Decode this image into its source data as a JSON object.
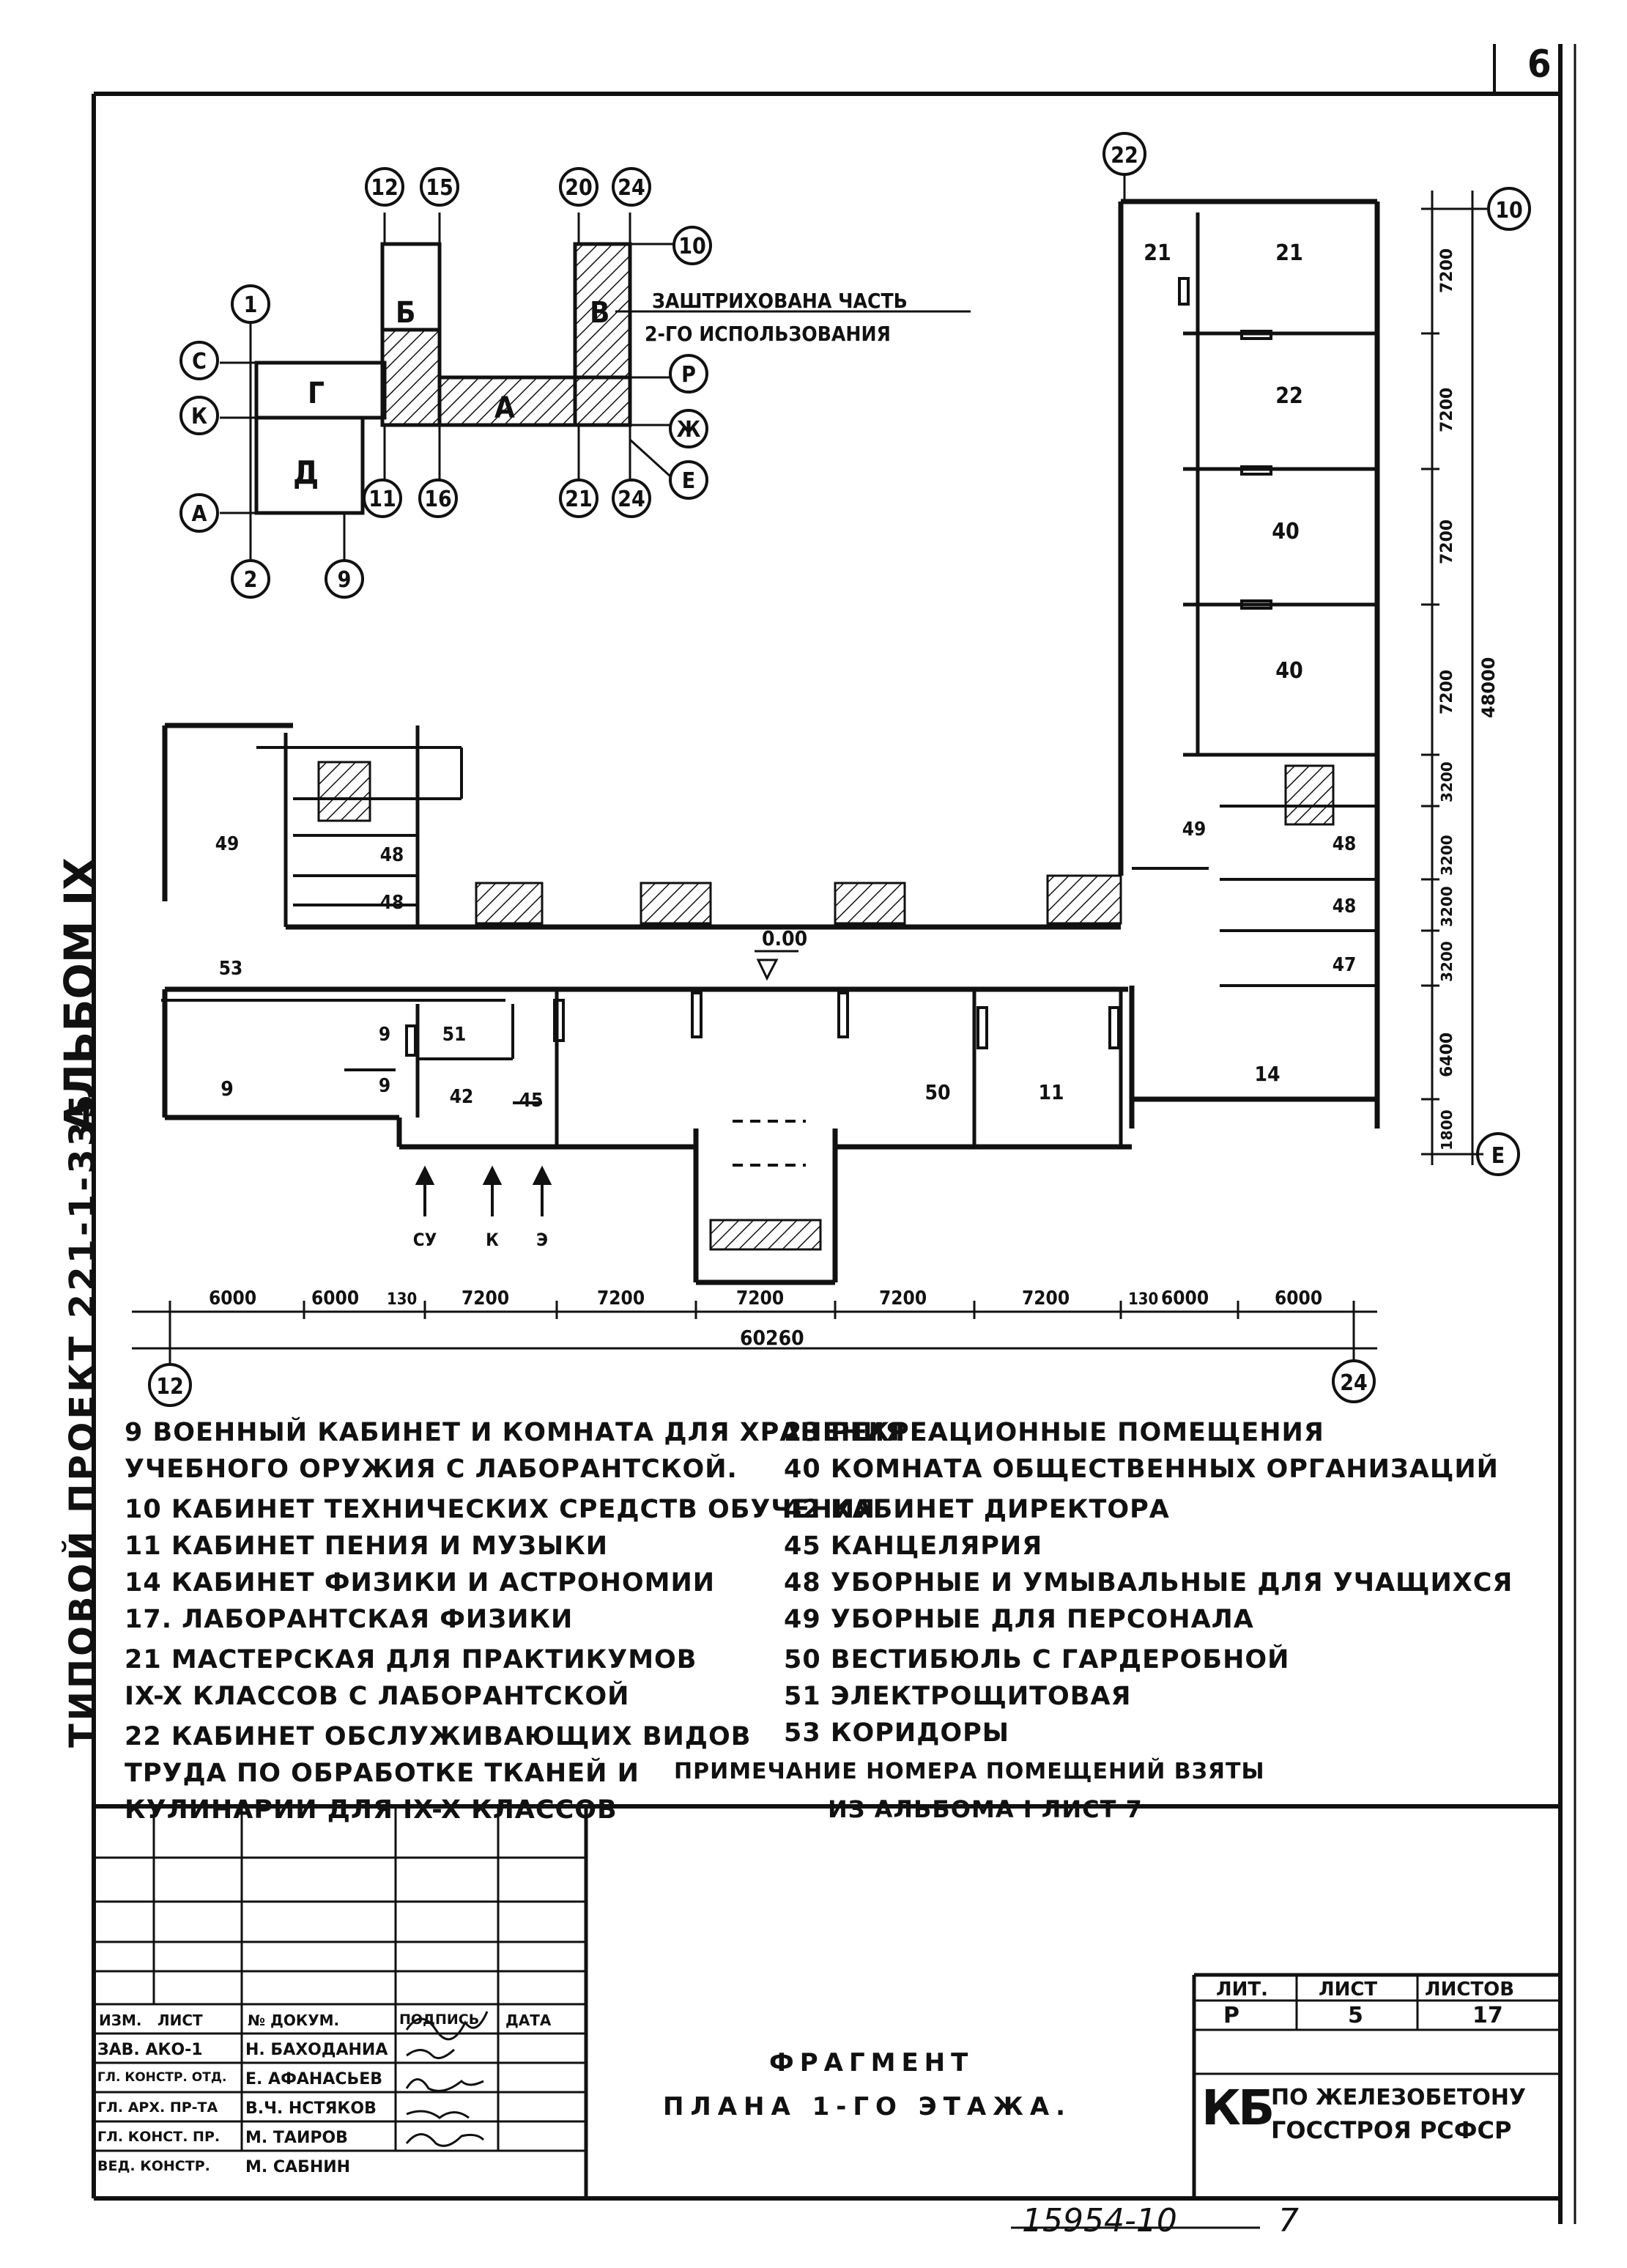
{
  "sheet": {
    "corner_number": "6",
    "album_label": "АЛЬБОМ IX",
    "project_label": "ТИПОВОЙ ПРОЕКТ 221-1-335",
    "bottom_stamp": "15954-10",
    "bottom_page": "7"
  },
  "key_plan": {
    "blocks": [
      "Б",
      "В",
      "Г",
      "Д",
      "А"
    ],
    "note_line1": "ЗАШТРИХОВАНА ЧАСТЬ",
    "note_line2": "2-ГО ИСПОЛЬЗОВАНИЯ",
    "axes": [
      "12",
      "15",
      "20",
      "24",
      "10",
      "1",
      "С",
      "К",
      "А",
      "2",
      "9",
      "11",
      "16",
      "21",
      "24",
      "Р",
      "Ж",
      "Е"
    ]
  },
  "plan": {
    "level_mark": "0.00",
    "axis_22": "22",
    "axis_10": "10",
    "axis_E": "Е",
    "axis_12": "12",
    "axis_24": "24",
    "rooms": [
      "21",
      "21",
      "22",
      "40",
      "40",
      "49",
      "48",
      "48",
      "49",
      "48",
      "48",
      "47",
      "53",
      "9",
      "9",
      "9",
      "51",
      "42",
      "45",
      "50",
      "11",
      "14"
    ],
    "entries": [
      "СУ",
      "К",
      "Э"
    ],
    "dims_bottom": [
      "6000",
      "6000",
      "130",
      "7200",
      "7200",
      "7200",
      "7200",
      "7200",
      "130",
      "6000",
      "6000"
    ],
    "dim_total_bottom": "60260",
    "dims_right": [
      "7200",
      "7200",
      "7200",
      "7200",
      "3200",
      "3200",
      "3200",
      "3200",
      "6400",
      "1800"
    ],
    "dim_total_right": "48000"
  },
  "legend": {
    "left": [
      "9  ВОЕННЫЙ КАБИНЕТ И КОМНАТА ДЛЯ ХРАНЕНИЯ",
      "    УЧЕБНОГО ОРУЖИЯ С ЛАБОРАНТСКОЙ.",
      "10  КАБИНЕТ ТЕХНИЧЕСКИХ СРЕДСТВ ОБУЧЕНИЯ",
      "11  КАБИНЕТ ПЕНИЯ И МУЗЫКИ",
      "14  КАБИНЕТ ФИЗИКИ И АСТРОНОМИИ",
      "17.  ЛАБОРАНТСКАЯ ФИЗИКИ",
      "21  МАСТЕРСКАЯ ДЛЯ ПРАКТИКУМОВ",
      "      IX-X КЛАССОВ С ЛАБОРАНТСКОЙ",
      "22  КАБИНЕТ ОБСЛУЖИВАЮЩИХ ВИДОВ",
      "      ТРУДА ПО ОБРАБОТКЕ ТКАНЕЙ И",
      "      КУЛИНАРИИ ДЛЯ IX-X КЛАССОВ"
    ],
    "right": [
      "23  РЕКРЕАЦИОННЫЕ ПОМЕЩЕНИЯ",
      "40  КОМНАТА ОБЩЕСТВЕННЫХ ОРГАНИЗАЦИЙ",
      "42  КАБИНЕТ ДИРЕКТОРА",
      "45  КАНЦЕЛЯРИЯ",
      "48  УБОРНЫЕ И УМЫВАЛЬНЫЕ ДЛЯ УЧАЩИХСЯ",
      "49  УБОРНЫЕ ДЛЯ ПЕРСОНАЛА",
      "50  ВЕСТИБЮЛЬ С ГАРДЕРОБНОЙ",
      "51  ЭЛЕКТРОЩИТОВАЯ",
      "53  КОРИДОРЫ"
    ],
    "note_line1": "ПРИМЕЧАНИЕ  НОМЕРА ПОМЕЩЕНИЙ  ВЗЯТЫ",
    "note_line2": "ИЗ АЛЬБОМА I ЛИСТ 7"
  },
  "title_block": {
    "headers": [
      "ИЗМ.",
      "ЛИСТ",
      "№ ДОКУМ.",
      "ПОДПИСЬ",
      "ДАТА"
    ],
    "rows": [
      [
        "ЗАВ. АКО-1",
        "Н. БАХОДАНИА"
      ],
      [
        "ГЛ. КОНСТР. ОТД.",
        "Е. АФАНАСЬЕВ"
      ],
      [
        "ГЛ. АРХ. ПР-ТА",
        "В.Ч. НСТЯКОВ"
      ],
      [
        "ГЛ. КОНСТ. ПР.",
        "М. ТАИРОВ"
      ],
      [
        "ВЕД. КОНСТР.",
        "М. САБНИН"
      ]
    ],
    "title_line1": "ФРАГМЕНТ",
    "title_line2": "ПЛАНА 1-ГО ЭТАЖА.",
    "stage_header": "ЛИТ.",
    "sheet_header": "ЛИСТ",
    "sheets_header": "ЛИСТОВ",
    "stage": "Р",
    "sheet": "5",
    "sheets": "17",
    "org_logo": "КБ",
    "org_line1": "ПО ЖЕЛЕЗОБЕТОНУ",
    "org_line2": "ГОССТРОЯ РСФСР"
  }
}
